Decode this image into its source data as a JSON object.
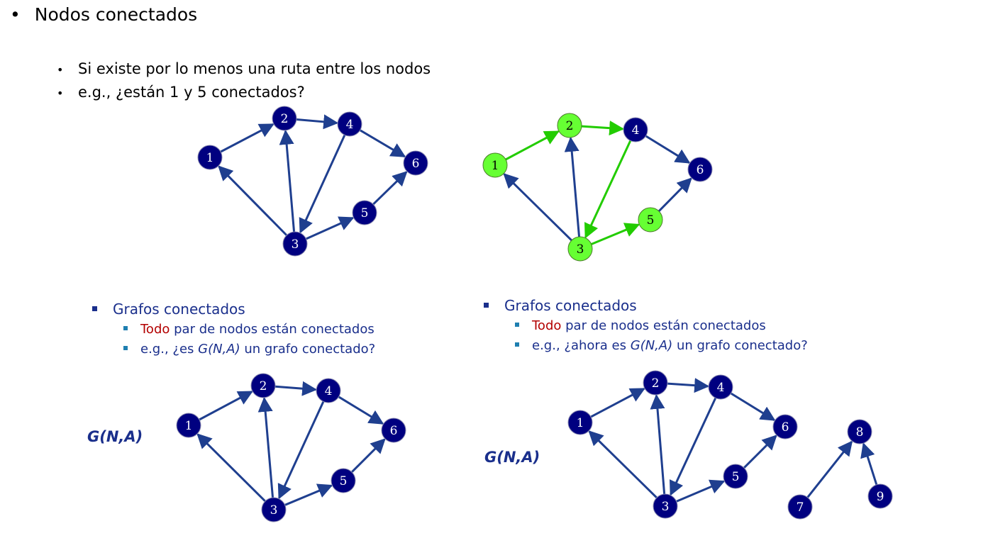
{
  "title": "Nodos conectados",
  "bullets": [
    "Si existe por lo menos una ruta entre los nodos",
    "e.g., ¿están 1 y 5 conectados?"
  ],
  "left_section": {
    "heading": "Grafos conectados",
    "line1_red": "Todo",
    "line1_rest": " par de nodos están conectados",
    "line2_pre": "e.g., ¿es ",
    "line2_italic": "G(N,A)",
    "line2_post": " un grafo conectado?",
    "graph_label": "G(N,A)"
  },
  "right_section": {
    "heading": "Grafos conectados",
    "line1_red": "Todo",
    "line1_rest": " par de nodos están conectados",
    "line2_pre": "e.g., ¿ahora es ",
    "line2_italic": "G(N,A)",
    "line2_post": " un grafo conectado?",
    "graph_label": "G(N,A)"
  },
  "colors": {
    "node": "#000080",
    "edge": "#1f3f8f",
    "highlight_node": "#66ff33",
    "highlight_edge": "#22cc00",
    "text_blue": "#1a2f8c",
    "text_red": "#b30000"
  },
  "graphs": [
    {
      "id": "graph-top-left",
      "nodes": [
        "1",
        "2",
        "3",
        "4",
        "5",
        "6"
      ],
      "edges": [
        [
          "1",
          "2"
        ],
        [
          "2",
          "4"
        ],
        [
          "4",
          "6"
        ],
        [
          "3",
          "1"
        ],
        [
          "3",
          "2"
        ],
        [
          "4",
          "3"
        ],
        [
          "3",
          "5"
        ],
        [
          "5",
          "6"
        ]
      ],
      "highlight_nodes": [],
      "highlight_edges": []
    },
    {
      "id": "graph-top-right",
      "nodes": [
        "1",
        "2",
        "3",
        "4",
        "5",
        "6"
      ],
      "edges": [
        [
          "1",
          "2"
        ],
        [
          "2",
          "4"
        ],
        [
          "4",
          "6"
        ],
        [
          "3",
          "1"
        ],
        [
          "3",
          "2"
        ],
        [
          "4",
          "3"
        ],
        [
          "3",
          "5"
        ],
        [
          "5",
          "6"
        ]
      ],
      "highlight_nodes": [
        "1",
        "2",
        "3",
        "5"
      ],
      "highlight_edges": [
        [
          "1",
          "2"
        ],
        [
          "2",
          "4"
        ],
        [
          "4",
          "3"
        ],
        [
          "3",
          "5"
        ]
      ]
    },
    {
      "id": "graph-bottom-left",
      "nodes": [
        "1",
        "2",
        "3",
        "4",
        "5",
        "6"
      ],
      "edges": [
        [
          "1",
          "2"
        ],
        [
          "2",
          "4"
        ],
        [
          "4",
          "6"
        ],
        [
          "3",
          "1"
        ],
        [
          "3",
          "2"
        ],
        [
          "4",
          "3"
        ],
        [
          "3",
          "5"
        ],
        [
          "5",
          "6"
        ]
      ],
      "highlight_nodes": [],
      "highlight_edges": []
    },
    {
      "id": "graph-bottom-right",
      "nodes": [
        "1",
        "2",
        "3",
        "4",
        "5",
        "6",
        "7",
        "8",
        "9"
      ],
      "edges": [
        [
          "1",
          "2"
        ],
        [
          "2",
          "4"
        ],
        [
          "4",
          "6"
        ],
        [
          "3",
          "1"
        ],
        [
          "3",
          "2"
        ],
        [
          "4",
          "3"
        ],
        [
          "3",
          "5"
        ],
        [
          "5",
          "6"
        ],
        [
          "7",
          "8"
        ],
        [
          "9",
          "8"
        ]
      ],
      "highlight_nodes": [],
      "highlight_edges": []
    }
  ]
}
